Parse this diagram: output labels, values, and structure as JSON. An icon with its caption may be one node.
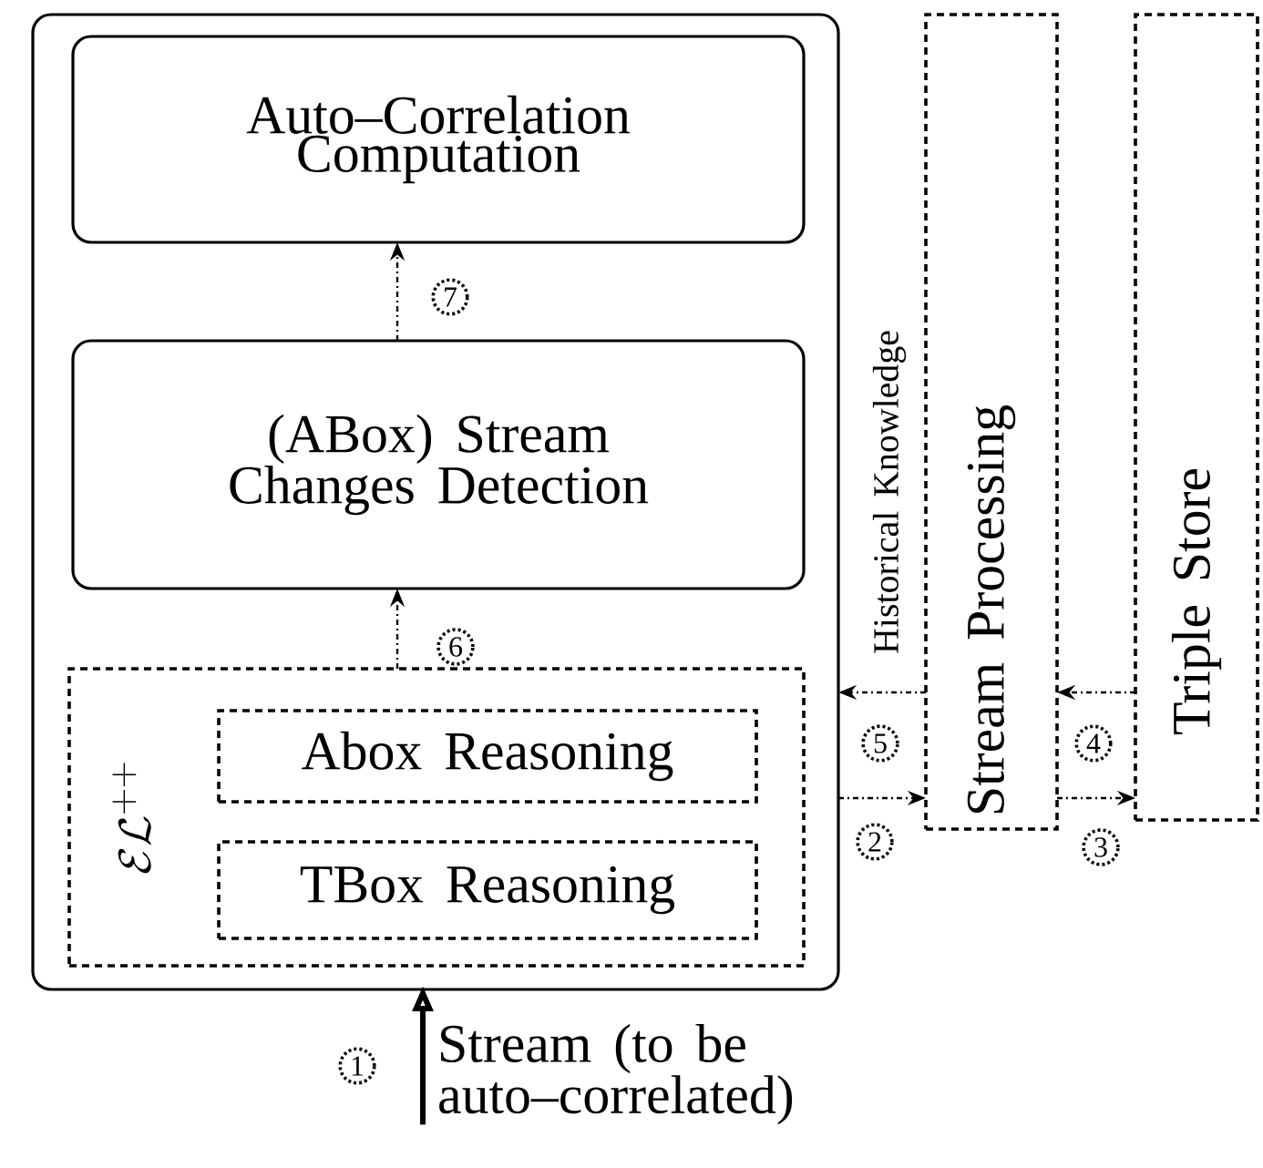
{
  "diagram": {
    "nodes": [
      {
        "text": [],
        "shape": "box"
      },
      {
        "text": [
          "Auto–Correlation Computation"
        ],
        "in": 0
      },
      {
        "text": [
          "(ABox) Stream Changes Detection"
        ],
        "in": 0
      },
      {
        "text": [
          "\\mathcal{EL}^{++}"
        ],
        "in": 0
      },
      {
        "text": [
          "Abox Reasoning"
        ],
        "in": 3
      },
      {
        "text": [
          "TBox Reasoning"
        ],
        "in": 3
      },
      {
        "text": [
          "Stream Processing"
        ]
      },
      {
        "text": [
          "Triple Store"
        ]
      },
      {
        "text": [
          "Stream (to be auto–correlated)"
        ]
      }
    ],
    "edges": [
      {
        "from": 8,
        "to": 0,
        "arrow": "to",
        "label": "1",
        "style": "thick"
      },
      {
        "from": 0,
        "to": 6,
        "arrow": "to",
        "label": "2",
        "style": "dashed"
      },
      {
        "from": 6,
        "to": 7,
        "arrow": "to",
        "label": "3",
        "style": "dashed"
      },
      {
        "from": 7,
        "to": 6,
        "arrow": "to",
        "label": "4",
        "style": "dashed"
      },
      {
        "from": 6,
        "to": 0,
        "arrow": "to",
        "label": "5",
        "style": "dashed"
      },
      {
        "from": 3,
        "to": 2,
        "arrow": "to",
        "label": "6",
        "style": "dashed"
      },
      {
        "from": 2,
        "to": 1,
        "arrow": "to",
        "label": "7",
        "style": "dashed"
      }
    ],
    "labels": [
      "Historical Knowledge"
    ]
  }
}
